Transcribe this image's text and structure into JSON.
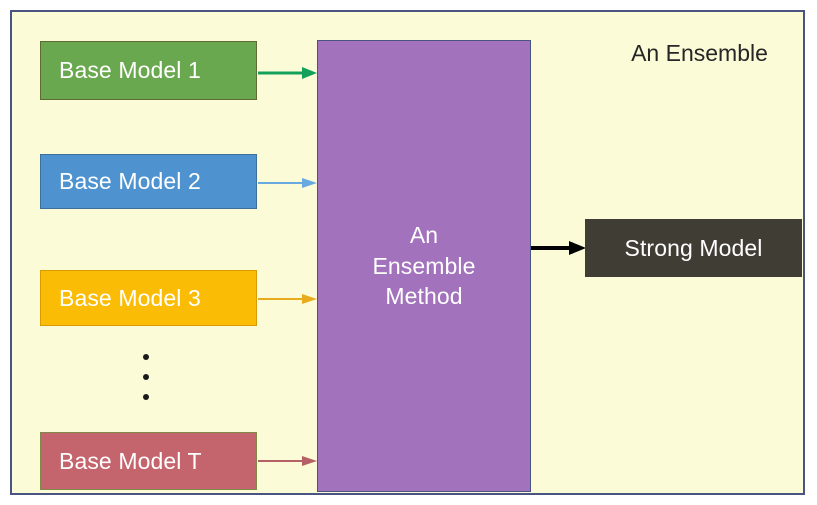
{
  "diagram": {
    "title": "An Ensemble",
    "background_color": "#fcfbd8",
    "frame_border_color": "#4a5483",
    "base_models": [
      {
        "label": "Base Model 1",
        "color": "#6aa84f",
        "arrow_color": "#13a05b"
      },
      {
        "label": "Base Model 2",
        "color": "#4e93cf",
        "arrow_color": "#6aa9e0"
      },
      {
        "label": "Base Model 3",
        "color": "#fbbc05",
        "arrow_color": "#e8ab1c"
      },
      {
        "label": "Base Model T",
        "color": "#c4646c",
        "arrow_color": "#b55f67"
      }
    ],
    "continuation_marker": "vertical-ellipsis",
    "ensemble": {
      "lines": [
        "An",
        "Ensemble",
        "Method"
      ],
      "color": "#a272bd"
    },
    "output": {
      "label": "Strong Model",
      "color": "#403d35",
      "arrow_color": "#000000"
    }
  }
}
